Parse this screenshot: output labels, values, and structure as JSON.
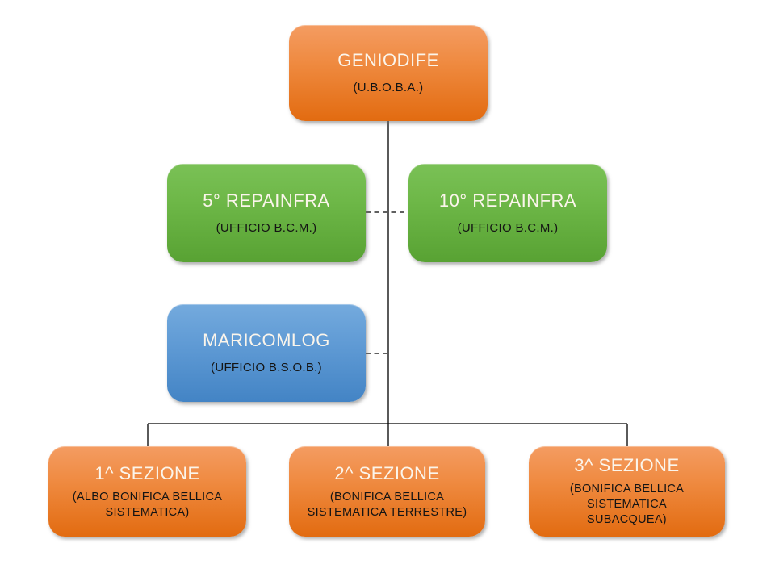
{
  "diagram": {
    "type": "org-chart",
    "nodes": [
      {
        "id": "geniodife",
        "title": "GENIODIFE",
        "subtitle": "(U.B.O.B.A.)",
        "color": "orange"
      },
      {
        "id": "repainfra5",
        "title": "5° REPAINFRA",
        "subtitle": "(UFFICIO B.C.M.)",
        "color": "green"
      },
      {
        "id": "repainfra10",
        "title": "10° REPAINFRA",
        "subtitle": "(UFFICIO B.C.M.)",
        "color": "green"
      },
      {
        "id": "maricomlog",
        "title": "MARICOMLOG",
        "subtitle": "(UFFICIO B.S.O.B.)",
        "color": "blue"
      },
      {
        "id": "sezione1",
        "title": "1^ SEZIONE",
        "subtitle": "(ALBO BONIFICA BELLICA SISTEMATICA)",
        "color": "orange"
      },
      {
        "id": "sezione2",
        "title": "2^ SEZIONE",
        "subtitle": "(BONIFICA BELLICA SISTEMATICA TERRESTRE)",
        "color": "orange"
      },
      {
        "id": "sezione3",
        "title": "3^ SEZIONE",
        "subtitle": "(BONIFICA BELLICA SISTEMATICA SUBACQUEA)",
        "color": "orange"
      }
    ],
    "connections": [
      {
        "from": "geniodife",
        "to": "sezione1,sezione2,sezione3",
        "style": "solid"
      },
      {
        "from": "repainfra5",
        "to": "repainfra10",
        "style": "dashed"
      },
      {
        "from": "maricomlog",
        "to": "trunk",
        "style": "dashed"
      }
    ]
  },
  "palette": {
    "orange_top": "#F49C62",
    "orange_mid": "#EF8A40",
    "orange_bottom": "#E26B10",
    "green_top": "#7AC156",
    "green_mid": "#6DB747",
    "green_bottom": "#58A233",
    "blue_top": "#74AADD",
    "blue_mid": "#609BD5",
    "blue_bottom": "#4384C5",
    "title_text": "#FBF5EB",
    "subtitle_text": "#141414",
    "line": "#000000"
  }
}
